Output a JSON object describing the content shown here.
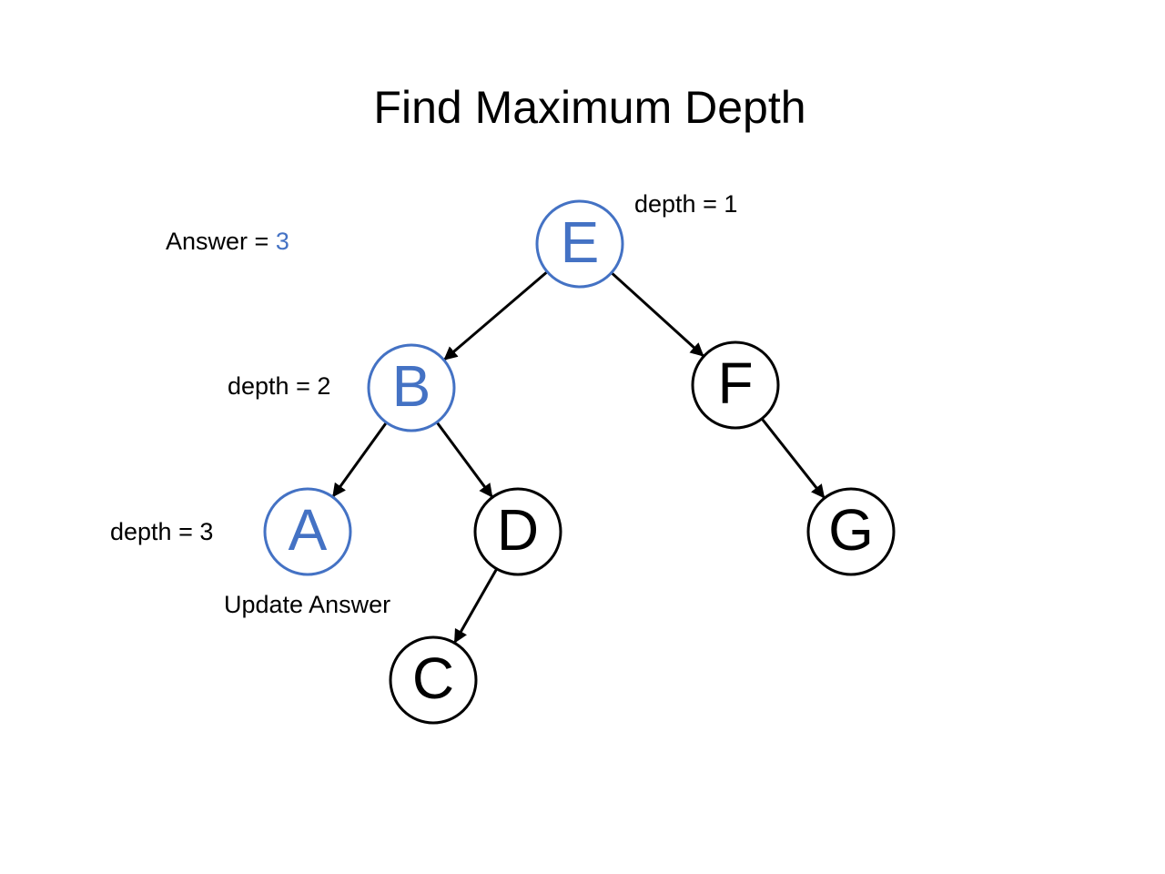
{
  "title": "Find Maximum Depth",
  "answer": {
    "prefix": "Answer = ",
    "value": "3"
  },
  "depth_labels": {
    "e": "depth = 1",
    "b": "depth = 2",
    "a": "depth = 3"
  },
  "update_note": "Update Answer",
  "colors": {
    "highlight": "#4472C4",
    "default": "#000000"
  },
  "tree": {
    "nodes": [
      {
        "id": "E",
        "label": "E",
        "highlighted": true
      },
      {
        "id": "B",
        "label": "B",
        "highlighted": true
      },
      {
        "id": "F",
        "label": "F",
        "highlighted": false
      },
      {
        "id": "A",
        "label": "A",
        "highlighted": true
      },
      {
        "id": "D",
        "label": "D",
        "highlighted": false
      },
      {
        "id": "G",
        "label": "G",
        "highlighted": false
      },
      {
        "id": "C",
        "label": "C",
        "highlighted": false
      }
    ],
    "edges": [
      {
        "from": "E",
        "to": "B"
      },
      {
        "from": "E",
        "to": "F"
      },
      {
        "from": "B",
        "to": "A"
      },
      {
        "from": "B",
        "to": "D"
      },
      {
        "from": "F",
        "to": "G"
      },
      {
        "from": "D",
        "to": "C"
      }
    ]
  }
}
